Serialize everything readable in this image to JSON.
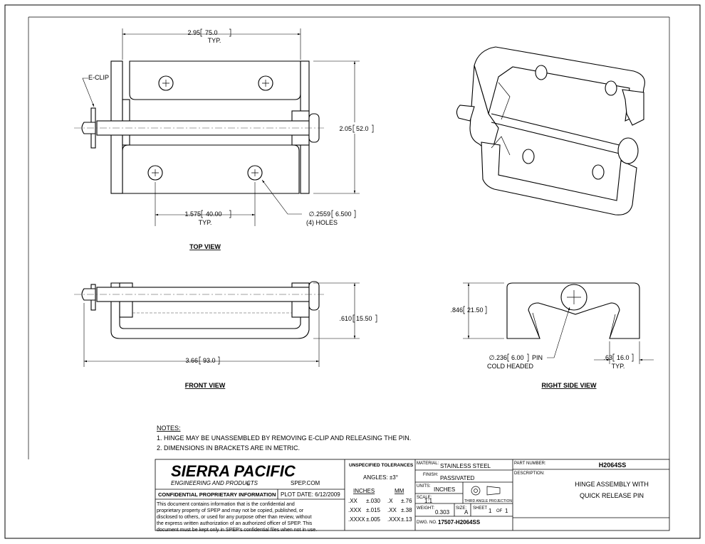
{
  "views": {
    "top": "TOP VIEW",
    "front": "FRONT VIEW",
    "right_side": "RIGHT SIDE VIEW"
  },
  "dimensions": {
    "top_width": "2.95",
    "top_width_mm": "75.0",
    "typ": "TYP.",
    "e_clip": "E-CLIP",
    "height": "2.05",
    "height_mm": "52.0",
    "hole_spacing": "1.575",
    "hole_spacing_mm": "40.00",
    "hole_dia": "∅.2559",
    "hole_dia_mm": "6.500",
    "holes_count": "(4) HOLES",
    "front_height": ".610",
    "front_height_mm": "15.50",
    "front_length": "3.66",
    "front_length_mm": "93.0",
    "side_height": ".846",
    "side_height_mm": "21.50",
    "pin_dia": "∅.236",
    "pin_dia_mm": "6.00",
    "pin_word": "PIN",
    "pin_note": "COLD HEADED",
    "leg_width": ".63",
    "leg_width_mm": "16.0"
  },
  "notes": {
    "title": "NOTES:",
    "items": [
      "1.   HINGE MAY BE UNASSEMBLED BY REMOVING E-CLIP AND RELEASING THE PIN.",
      "2.   DIMENSIONS IN BRACKETS ARE IN METRIC."
    ]
  },
  "title_block": {
    "company": "SIERRA PACIFIC",
    "company_sub": "ENGINEERING AND PRODUCTS",
    "registered": "®",
    "website": "SPEP.COM",
    "confidential_title": "CONFIDENTIAL PROPRIETARY INFORMATION",
    "plot_date": "PLOT DATE: 6/12/2009",
    "confidential_text": [
      "This document contains information that is the confidential and",
      "proprietary property of SPEP and may not be copied, published, or",
      "disclosed to others, or used for any purpose  other than review, without",
      "the express written authorization of an authorized officer of SPEP. This",
      "document must be kept only in SPEP's confidential files when not in use."
    ],
    "tolerances_title": "UNSPECIFIED TOLERANCES",
    "angles": "ANGLES: ±3°",
    "inches_hdr": "INCHES",
    "mm_hdr": "MM",
    "tol_rows": [
      {
        "in_label": ".XX",
        "in_val": "±.030",
        "mm_label": ".X",
        "mm_val": "±.76"
      },
      {
        "in_label": ".XXX",
        "in_val": "±.015",
        "mm_label": ".XX",
        "mm_val": "±.38"
      },
      {
        "in_label": ".XXXX",
        "in_val": "±.005",
        "mm_label": ".XXX",
        "mm_val": "±.13"
      }
    ],
    "material_label": "MATERIAL:",
    "material": "STAINLESS STEEL",
    "finish_label": "FINISH:",
    "finish": "PASSIVATED",
    "units_label": "UNITS:",
    "units": "INCHES",
    "scale_label": "SCALE:",
    "scale": "1:1",
    "projection": "THIRD ANGLE PROJECTION",
    "weight_label": "WEIGHT:",
    "weight": "0.303",
    "size_label": "SIZE:",
    "size": "A",
    "sheet_label": "SHEET",
    "sheet": "1",
    "of_label": "OF",
    "of": "1",
    "dwg_label": "DWG. NO.",
    "dwg_no": "17507-H2064SS",
    "part_label": "PART NUMBER:",
    "part_number": "H2064SS",
    "desc_label": "DESCRIPTION:",
    "desc_line1": "HINGE ASSEMBLY WITH",
    "desc_line2": "QUICK RELEASE PIN"
  }
}
